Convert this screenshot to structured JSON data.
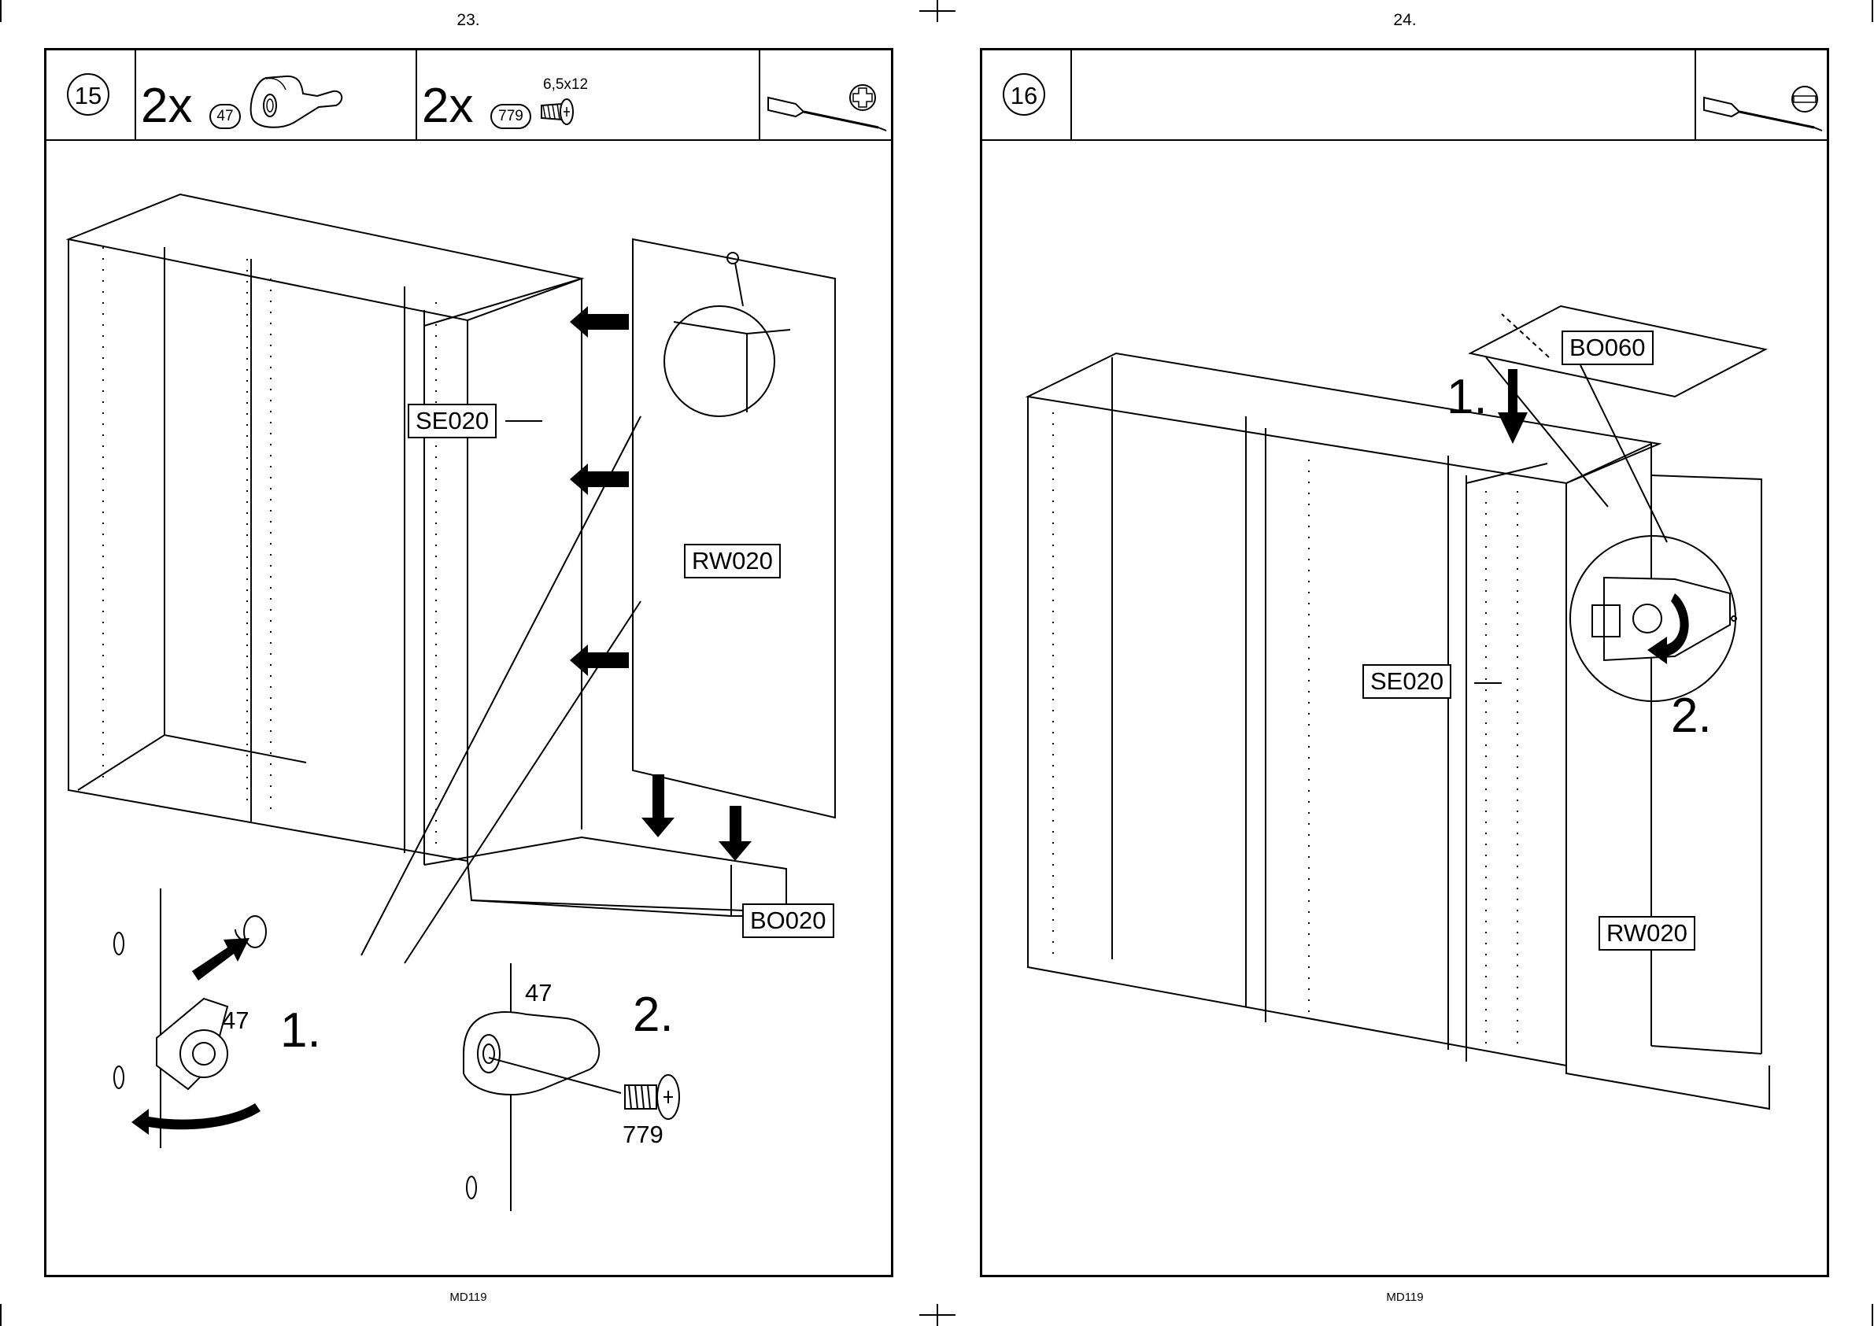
{
  "left_page": {
    "page_number": "23.",
    "footer_code": "MD119",
    "step_number": "15",
    "parts": [
      {
        "qty": "2x",
        "id": "47"
      },
      {
        "qty": "2x",
        "id": "779",
        "spec": "6,5x12"
      }
    ],
    "tool": "phillips-screwdriver",
    "labels": {
      "side": "SE020",
      "back": "RW020",
      "bottom": "BO020"
    },
    "detail": {
      "step1": "1.",
      "step2": "2.",
      "part_a": "47",
      "part_b": "47",
      "screw": "779"
    }
  },
  "right_page": {
    "page_number": "24.",
    "footer_code": "MD119",
    "step_number": "16",
    "tool": "flat-screwdriver",
    "labels": {
      "top": "BO060",
      "side": "SE020",
      "back": "RW020"
    },
    "detail": {
      "step1": "1.",
      "step2": "2."
    }
  }
}
